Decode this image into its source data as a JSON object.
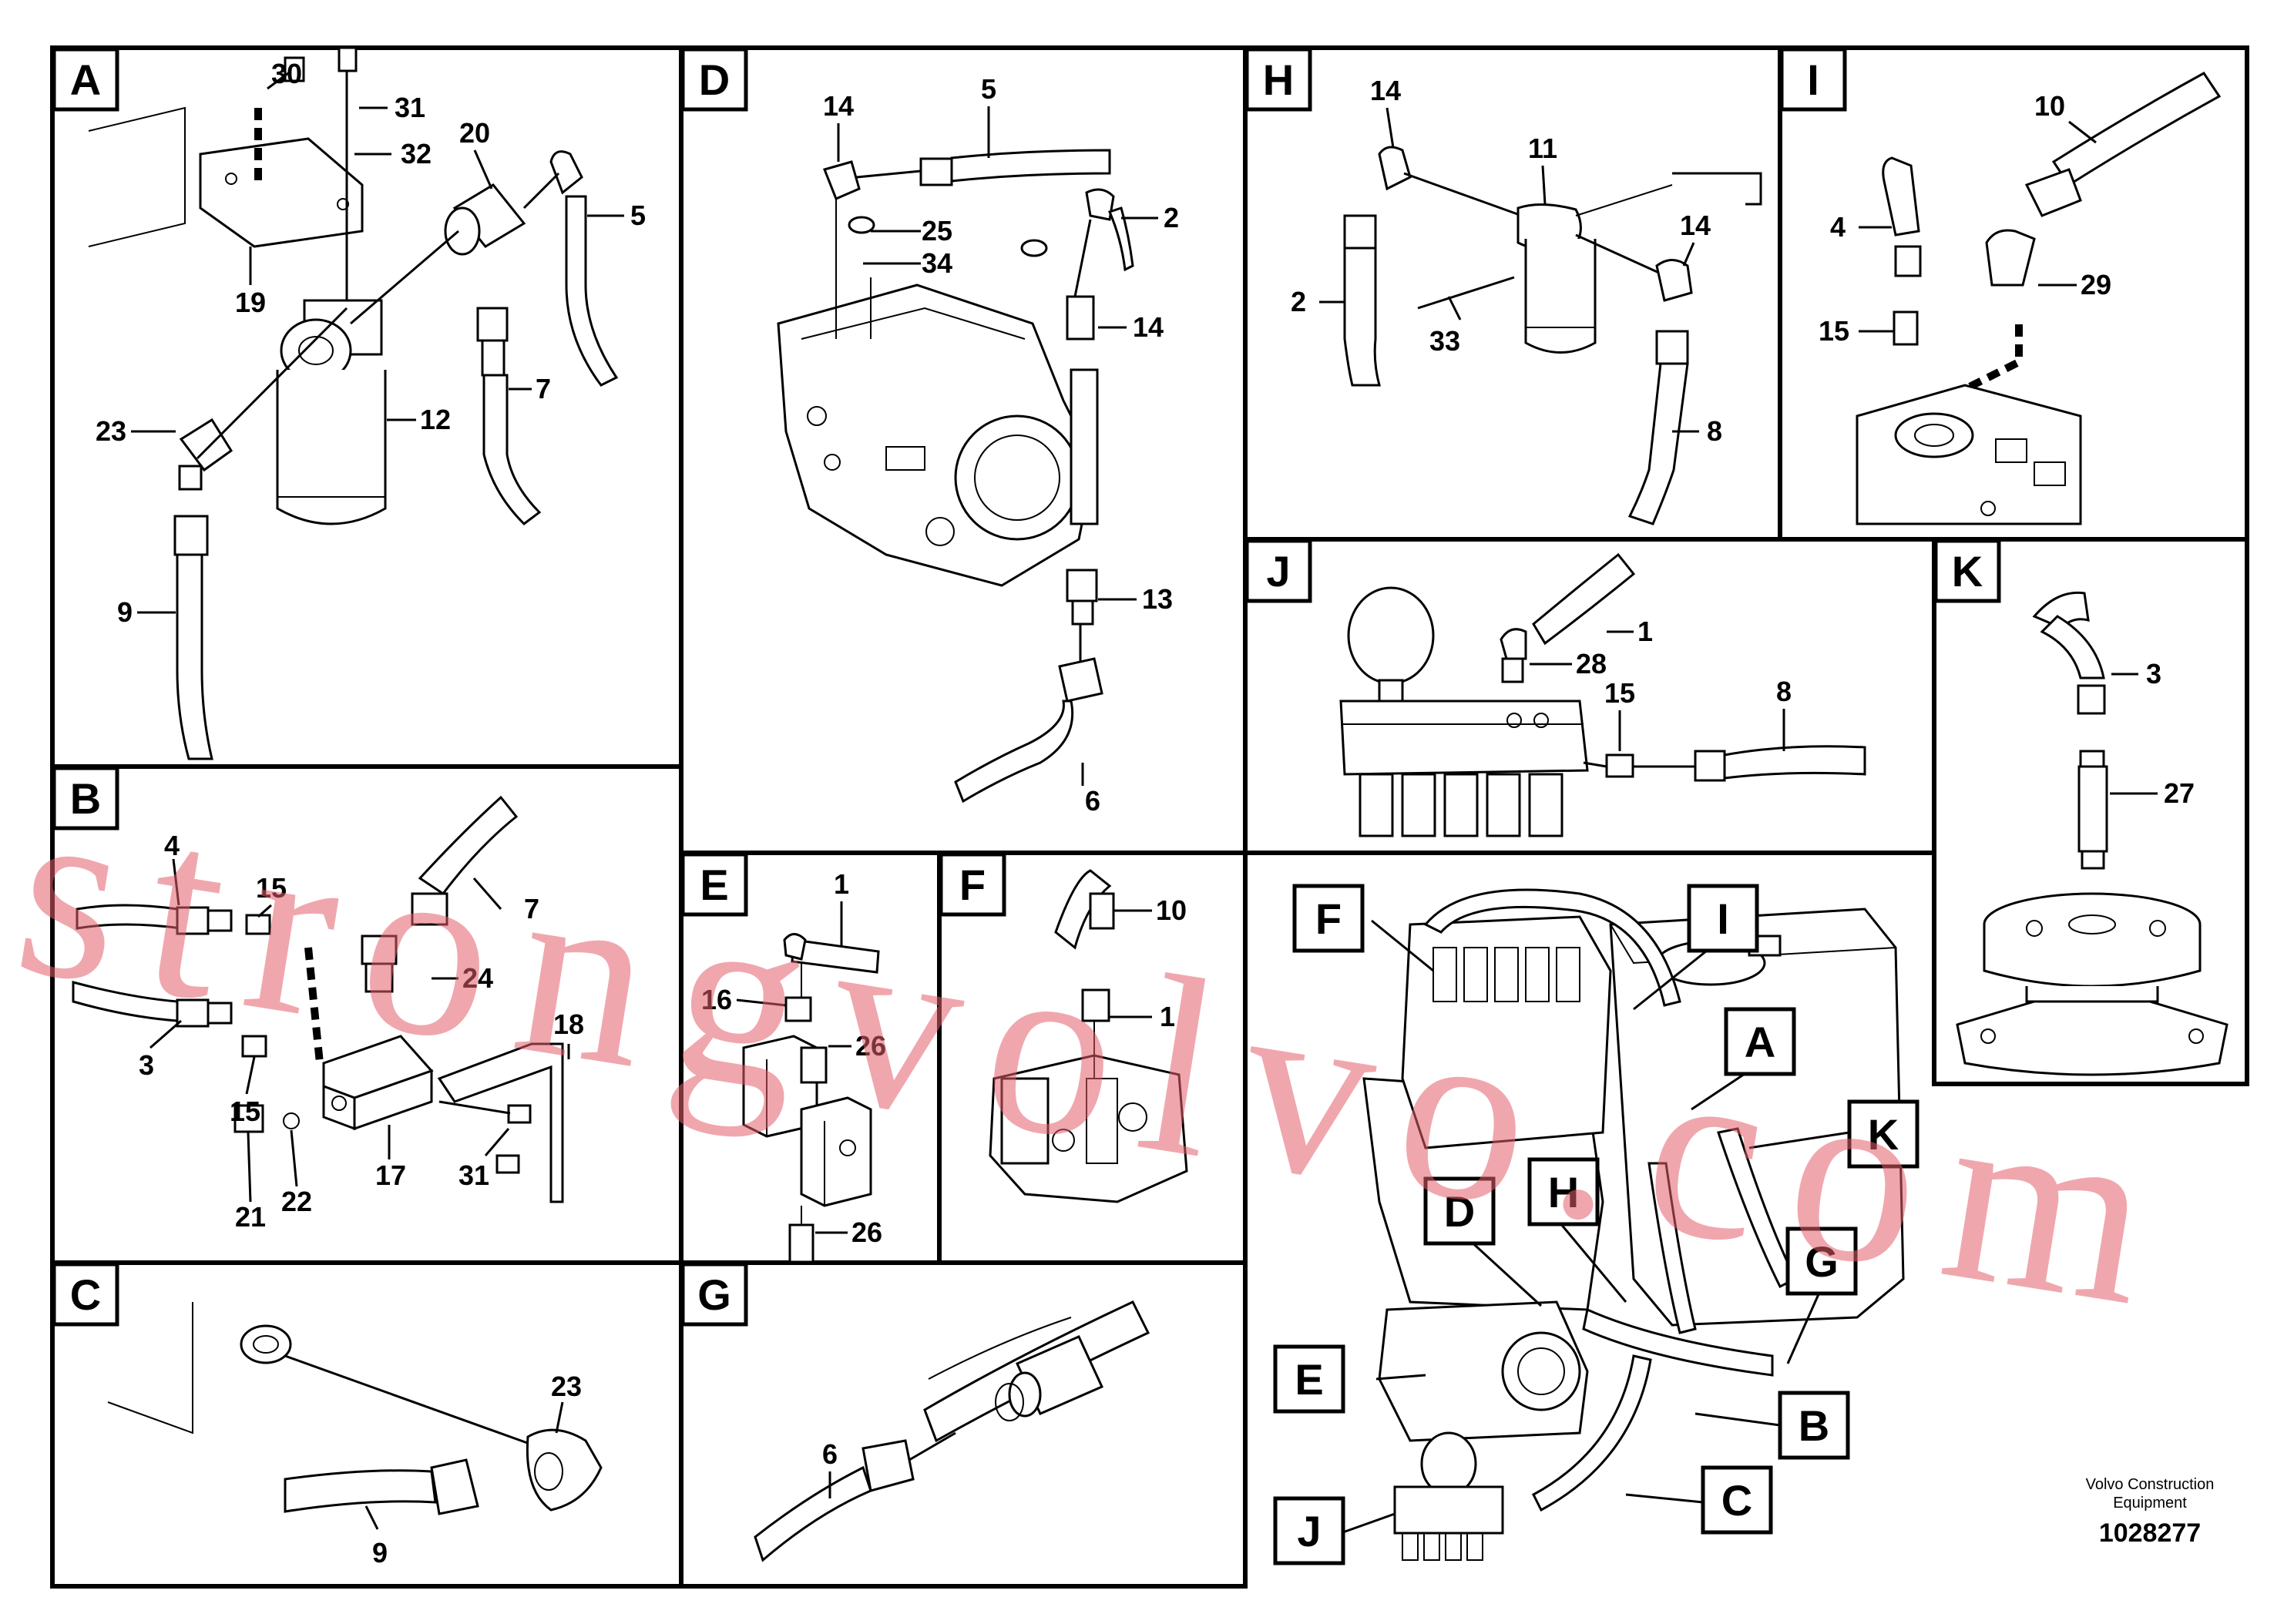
{
  "sections": [
    {
      "id": "A",
      "letter": "A",
      "callouts": [
        "30",
        "31",
        "32",
        "20",
        "5",
        "19",
        "23",
        "12",
        "7",
        "9"
      ]
    },
    {
      "id": "B",
      "letter": "B",
      "callouts": [
        "4",
        "15",
        "7",
        "24",
        "3",
        "15",
        "18",
        "21",
        "22",
        "17",
        "31"
      ]
    },
    {
      "id": "C",
      "letter": "C",
      "callouts": [
        "23",
        "9"
      ]
    },
    {
      "id": "D",
      "letter": "D",
      "callouts": [
        "14",
        "5",
        "2",
        "25",
        "34",
        "14",
        "13",
        "6"
      ]
    },
    {
      "id": "E",
      "letter": "E",
      "callouts": [
        "1",
        "16",
        "26",
        "26"
      ]
    },
    {
      "id": "F",
      "letter": "F",
      "callouts": [
        "10",
        "1"
      ]
    },
    {
      "id": "G",
      "letter": "G",
      "callouts": [
        "6"
      ]
    },
    {
      "id": "H",
      "letter": "H",
      "callouts": [
        "14",
        "11",
        "14",
        "2",
        "33",
        "8"
      ]
    },
    {
      "id": "I",
      "letter": "I",
      "callouts": [
        "10",
        "4",
        "29",
        "15"
      ]
    },
    {
      "id": "J",
      "letter": "J",
      "callouts": [
        "1",
        "28",
        "15",
        "8"
      ]
    },
    {
      "id": "K",
      "letter": "K",
      "callouts": [
        "3",
        "27"
      ]
    }
  ],
  "overview_labels": [
    "F",
    "I",
    "A",
    "K",
    "D",
    "H",
    "G",
    "E",
    "B",
    "J",
    "C"
  ],
  "footer": {
    "maker_line1": "Volvo Construction",
    "maker_line2": "Equipment",
    "ref_number": "1028277"
  },
  "watermark": "strongvolvo.com"
}
